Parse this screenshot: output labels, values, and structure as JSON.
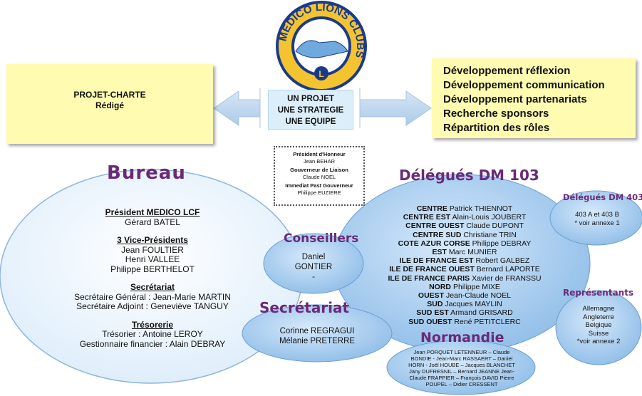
{
  "logo": {
    "text": "MEDICO LIONS CLUBS"
  },
  "left_box": {
    "title": "PROJET-CHARTE",
    "subtitle": "Rédigé"
  },
  "center_box": {
    "lines": [
      "UN PROJET",
      "UNE STRATEGIE",
      "UNE EQUIPE"
    ]
  },
  "right_box": {
    "lines": [
      "Développement réflexion",
      "Développement communication",
      "Développement partenariats",
      "Recherche sponsors",
      "Répartition des rôles"
    ]
  },
  "honour_box": {
    "items": [
      {
        "role": "Président d'Honneur",
        "name": "Jean BEHAR"
      },
      {
        "role": "Gouverneur de Liaison",
        "name": "Claude NOEL"
      },
      {
        "role": "Immediat Past Gouverneur",
        "name": "Philippe EUZIERE"
      }
    ]
  },
  "bureau": {
    "title": "Bureau",
    "president_head": "Président MEDICO LCF",
    "president_name": "Gérard BATEL",
    "vp_head": "3 Vice-Présidents",
    "vp_names": [
      "Jean FOULTIER",
      "Henri VALLEE",
      "Philippe BERTHELOT"
    ],
    "secretariat_head": "Secrétariat",
    "secretariat_lines": [
      "Secrétaire Général : Jean-Marie MARTIN",
      "Secrétaire Adjoint : Geneviève TANGUY"
    ],
    "tresorerie_head": "Trésorerie",
    "tresorerie_lines": [
      "Trésorier : Antoine LEROY",
      "Gestionnaire financier : Alain DEBRAY"
    ]
  },
  "conseillers": {
    "title": "Conseillers",
    "lines": [
      "Daniel",
      "GONTIER",
      "-"
    ]
  },
  "secretariat": {
    "title": "Secrétariat",
    "lines": [
      "Corinne REGRAGUI",
      "Mélanie PRETERRE"
    ]
  },
  "delegues": {
    "title": "Délégués DM 103",
    "rows": [
      {
        "region": "CENTRE",
        "name": "Patrick THIENNOT"
      },
      {
        "region": "CENTRE EST",
        "name": "Alain-Louis JOUBERT"
      },
      {
        "region": "CENTRE OUEST",
        "name": "Claude DUPONT"
      },
      {
        "region": "CENTRE SUD",
        "name": "Christiane TRIN"
      },
      {
        "region": "COTE AZUR CORSE",
        "name": "Philippe DEBRAY"
      },
      {
        "region": "EST",
        "name": "Marc MUNIER"
      },
      {
        "region": "ILE DE FRANCE EST",
        "name": "Robert GALBEZ"
      },
      {
        "region": "ILE DE FRANCE OUEST",
        "name": "Bernard LAPORTE"
      },
      {
        "region": "ILE DE FRANCE PARIS",
        "name": "Xavier de FRANSSU"
      },
      {
        "region": "NORD",
        "name": "Philippe MIXE"
      },
      {
        "region": "OUEST",
        "name": "Jean-Claude NOEL"
      },
      {
        "region": "SUD",
        "name": "Jacques MAYLIN"
      },
      {
        "region": "SUD EST",
        "name": "Armand GRISARD"
      },
      {
        "region": "SUD OUEST",
        "name": "René PETITCLERC"
      }
    ]
  },
  "delegues_403": {
    "title": "Délégués DM 403",
    "lines": [
      "403 A et 403 B",
      "* voir annexe 1"
    ]
  },
  "representants": {
    "title": "Représentants",
    "lines": [
      "Allemagne",
      "Angleterre",
      "Belgique",
      "Suisse",
      "*voir annexe 2"
    ]
  },
  "normandie": {
    "title": "Normandie",
    "lines": [
      "Jean PORQUET LETENNEUR – Claude",
      "BONDIE - Jean-Marc RASSAERT – Daniel",
      "HORN - Joël HOUBE – Jacques BLANCHET",
      "Jany DUFRESNIL – Bernard JEANNE Jean-",
      "Claude FRAPPIER – François DAVID Pierre",
      "POUPEL – Didier CRESSENT"
    ]
  },
  "colors": {
    "bubble": "#c8e0f6",
    "bubble_dark": "#7fb0e0",
    "title_purple": "#6a2a78",
    "yellow": "#fffbb0"
  }
}
